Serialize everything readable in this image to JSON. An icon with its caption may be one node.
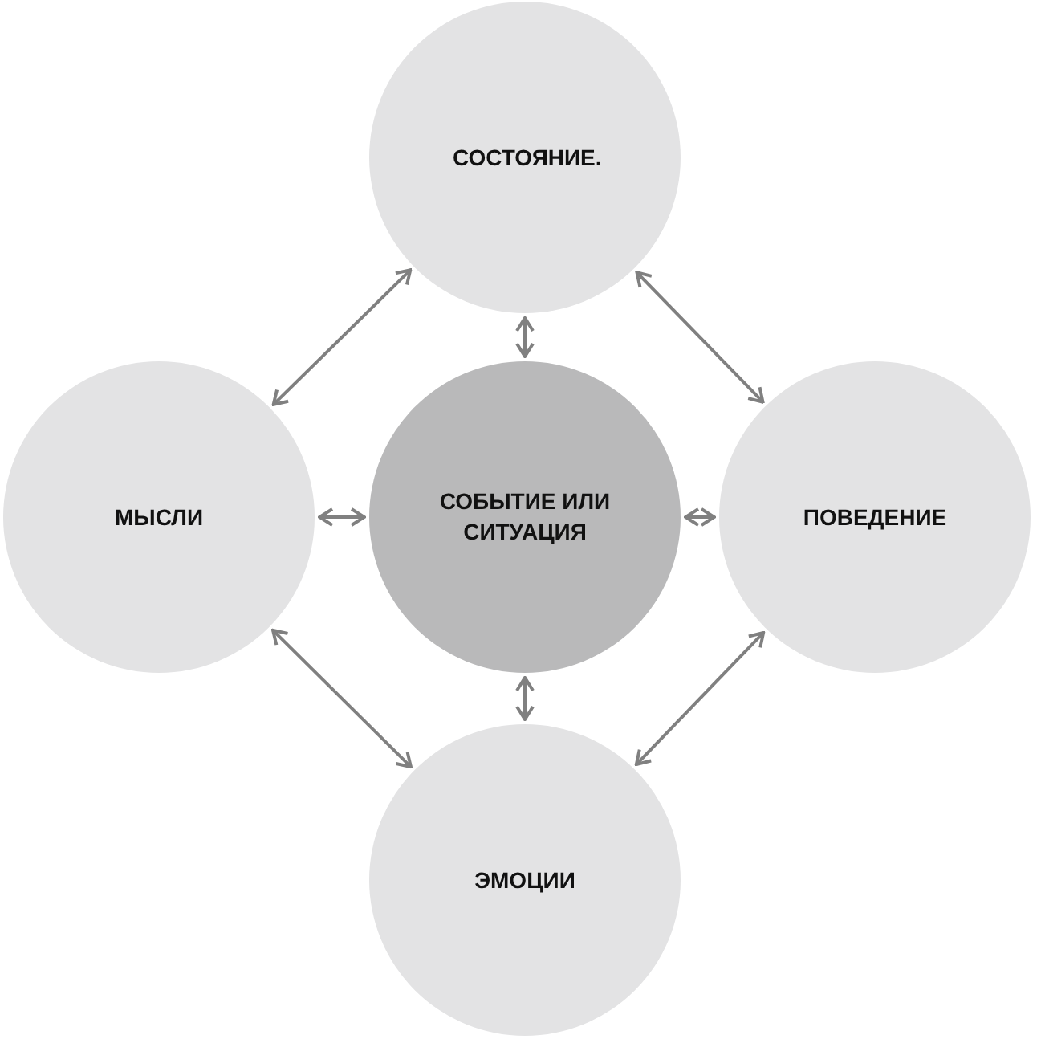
{
  "diagram": {
    "nodes": [
      {
        "text": [
          "СОСТОЯНИЕ."
        ]
      },
      {
        "text": [
          "МЫСЛИ"
        ]
      },
      {
        "text": [
          "СОБЫТИЕ ИЛИ СИТУАЦИЯ"
        ]
      },
      {
        "text": [
          "ПОВЕДЕНИЕ"
        ]
      },
      {
        "text": [
          "ЭМОЦИИ"
        ]
      }
    ],
    "edges": [
      {
        "from": 1,
        "to": 0,
        "arrow": "both"
      },
      {
        "from": 0,
        "to": 3,
        "arrow": "both"
      },
      {
        "from": 0,
        "to": 2,
        "arrow": "both"
      },
      {
        "from": 1,
        "to": 2,
        "arrow": "both"
      },
      {
        "from": 2,
        "to": 3,
        "arrow": "both"
      },
      {
        "from": 2,
        "to": 4,
        "arrow": "both"
      },
      {
        "from": 1,
        "to": 4,
        "arrow": "both"
      },
      {
        "from": 3,
        "to": 4,
        "arrow": "both"
      }
    ]
  }
}
